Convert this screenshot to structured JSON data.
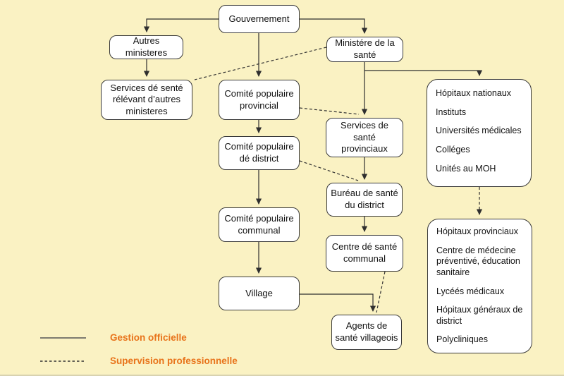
{
  "diagram": {
    "nodes": {
      "gouvernement": {
        "label": "Gouvernement"
      },
      "autres_ministeres": {
        "label": "Autres\nministeres"
      },
      "services_relevant": {
        "label": "Services dé senté\nrélévant d’autres\nministeres"
      },
      "ministere_sante": {
        "label": "Ministére de la\nsanté"
      },
      "comite_provincial": {
        "label": "Comité populaire\nprovincial"
      },
      "services_provinciaux": {
        "label": "Services de\nsanté\nprovinciaux"
      },
      "comite_district": {
        "label": "Comité populaire\ndé district"
      },
      "bureau_district": {
        "label": "Buréau de santé\ndu district"
      },
      "comite_communal": {
        "label": "Comité populaire\ncommunal"
      },
      "centre_communal": {
        "label": "Centre dé santé\ncommunal"
      },
      "village": {
        "label": "Village"
      },
      "agents_villageois": {
        "label": "Agents de\nsanté villageois"
      }
    },
    "list_boxes": {
      "national": {
        "items": [
          "Hópitaux nationaux",
          "Instituts",
          "Universités médicales",
          "Colléges",
          "Unités au MOH"
        ]
      },
      "provincial": {
        "items": [
          "Hópitaux provinciaux",
          "Centre de médecine préventivé, éducation sanitaire",
          "Lycéés médicaux",
          "Hópitaux généraux  de district",
          "Polycliniques"
        ]
      }
    },
    "legend": {
      "items": [
        {
          "style": "solid",
          "label": "Gestion officielle"
        },
        {
          "style": "dashed",
          "label": "Supervision professionnelle"
        }
      ]
    },
    "colors": {
      "background": "#FAF2C3",
      "box_fill": "#FFFFFF",
      "box_border": "#3A3A3A",
      "line": "#2F2F2F",
      "legend_solid": "#555555",
      "legend_text": "#E8731A"
    }
  }
}
